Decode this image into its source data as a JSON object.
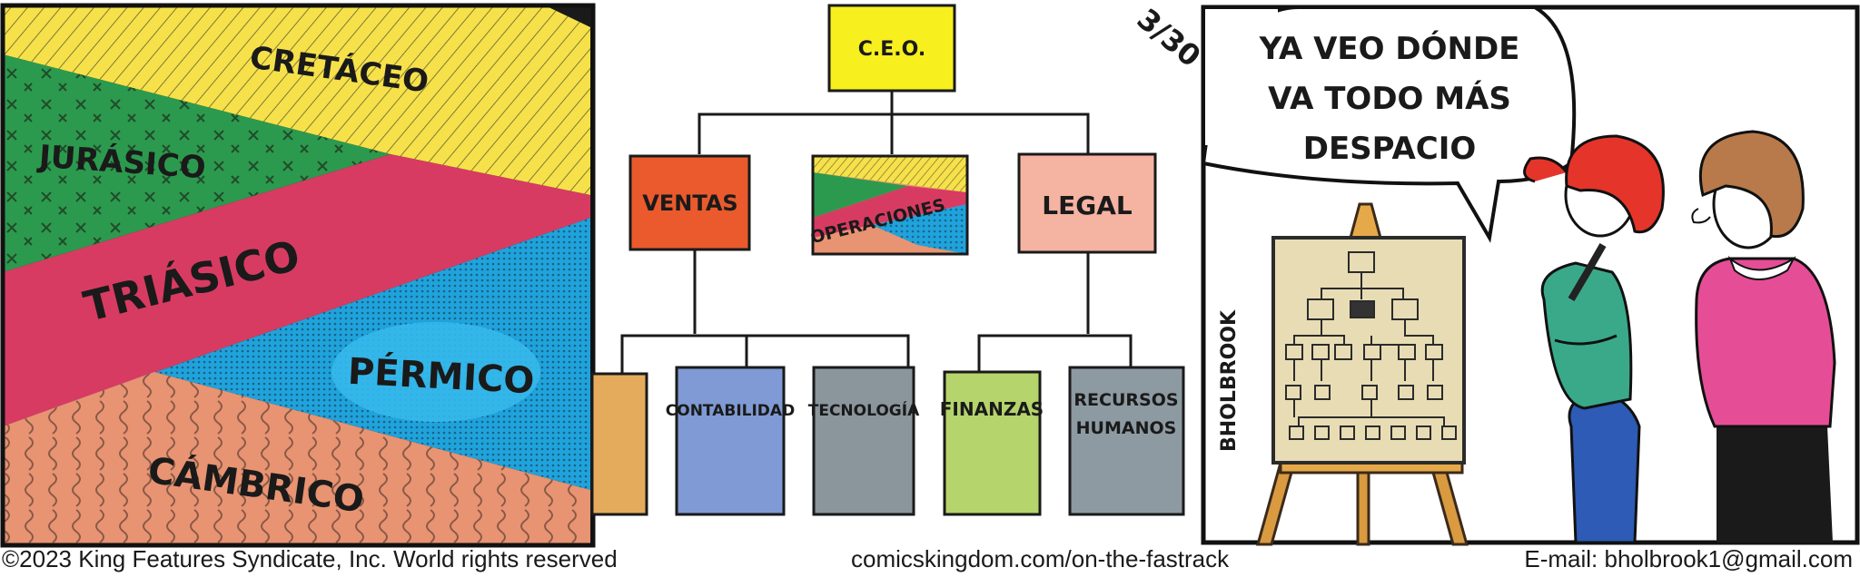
{
  "panel1": {
    "layers": {
      "cretaceo": "CRETÁCEO",
      "jurasico": "JURÁSICO",
      "triasico": "TRIÁSICO",
      "permico": "PÉRMICO",
      "cambrico": "CÁMBRICO"
    }
  },
  "panel2": {
    "ceo": "C.E.O.",
    "ventas": "VENTAS",
    "operaciones": "OPERACIONES",
    "legal": "LEGAL",
    "contabilidad": "CONTABILIDAD",
    "tecnologia": "TECNOLOGÍA",
    "finanzas": "FINANZAS",
    "recursos_line1": "RECURSOS",
    "recursos_line2": "HUMANOS"
  },
  "panel3": {
    "date": "3/30",
    "speech_line1": "YA VEO DÓNDE",
    "speech_line2": "VA TODO MÁS",
    "speech_line3": "DESPACIO",
    "signature": "BHOLBROOK"
  },
  "footer": {
    "copyright": "©2023 King Features Syndicate, Inc.  World rights reserved",
    "url": "comicskingdom.com/on-the-fastrack",
    "email": "E-mail: bholbrook1@gmail.com"
  },
  "colors": {
    "cretaceo": "#f6e14a",
    "jurasico": "#2c9a4e",
    "triasico": "#d83b62",
    "permico": "#1fa3dc",
    "cambrico": "#e89372",
    "ceo": "#f7ef1e",
    "ventas": "#ea5a2d",
    "legal": "#f5b3a2",
    "contabilidad": "#7f9ad4",
    "tecnologia": "#8a969c",
    "finanzas": "#b5d46c",
    "recursos": "#8d9aa1",
    "left_box": "#e5ab5c"
  }
}
